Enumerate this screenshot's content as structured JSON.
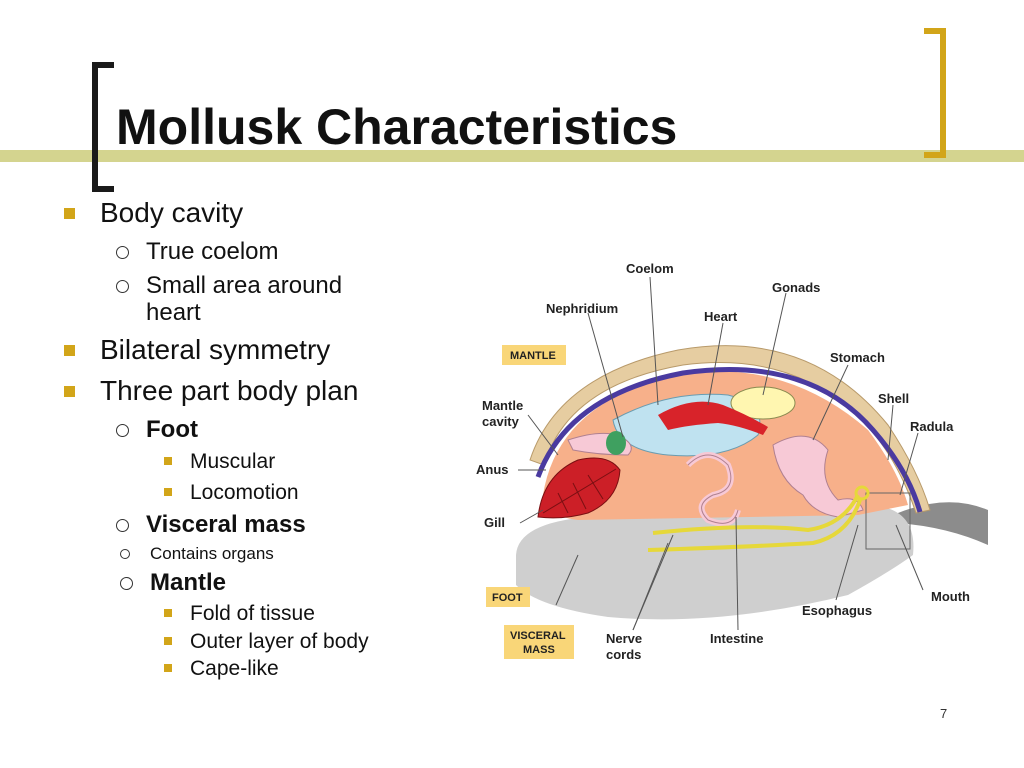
{
  "slide": {
    "title": "Mollusk Characteristics",
    "page_number": "7",
    "accent_color": "#d2a519",
    "title_bar_color": "#d4d48f"
  },
  "bullets": {
    "body_cavity": "Body cavity",
    "true_coelom": "True coelom",
    "small_area_1": "Small area around",
    "small_area_2": "heart",
    "bilateral": "Bilateral symmetry",
    "three_part": "Three part body plan",
    "foot": "Foot",
    "muscular": "Muscular",
    "locomotion": "Locomotion",
    "visceral_mass": "Visceral mass",
    "contains_organs": "Contains organs",
    "mantle": "Mantle",
    "fold_of_tissue": "Fold of tissue",
    "outer_layer": "Outer layer of body",
    "cape_like": "Cape-like"
  },
  "diagram": {
    "labels": {
      "coelom": "Coelom",
      "gonads": "Gonads",
      "nephridium": "Nephridium",
      "heart": "Heart",
      "stomach": "Stomach",
      "shell": "Shell",
      "radula": "Radula",
      "mantle_cavity_1": "Mantle",
      "mantle_cavity_2": "cavity",
      "anus": "Anus",
      "gill": "Gill",
      "mouth": "Mouth",
      "esophagus": "Esophagus",
      "intestine": "Intestine",
      "nerve_cords_1": "Nerve",
      "nerve_cords_2": "cords"
    },
    "boxed_labels": {
      "mantle": "MANTLE",
      "foot": "FOOT",
      "visceral_mass_1": "VISCERAL",
      "visceral_mass_2": "MASS"
    }
  }
}
